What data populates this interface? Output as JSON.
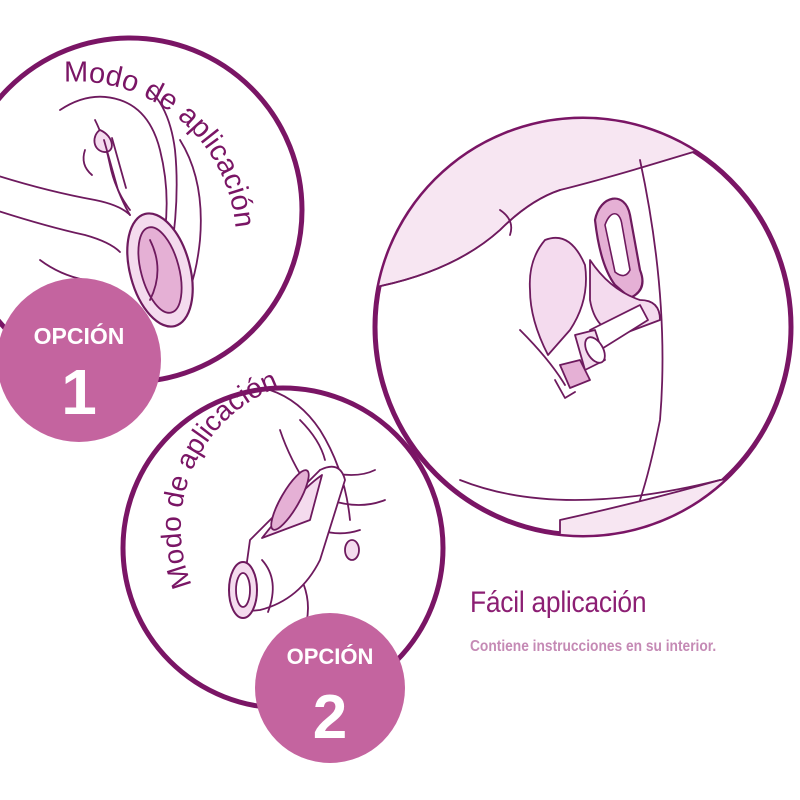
{
  "colors": {
    "outline": "#7a1565",
    "badge": "#c4649f",
    "fill_light": "#f4dbee",
    "fill_mid": "#e5b0d5",
    "line": "#6e1a5e",
    "arc_text": "#7a1565"
  },
  "option1": {
    "arc_label": "Modo de aplicación",
    "badge_word": "OPCIÓN",
    "badge_number": "1"
  },
  "option2": {
    "arc_label": "Modo de aplicación",
    "badge_word": "OPCIÓN",
    "badge_number": "2"
  },
  "main": {
    "title": "Fácil aplicación",
    "subtitle": "Contiene instrucciones en su interior."
  }
}
